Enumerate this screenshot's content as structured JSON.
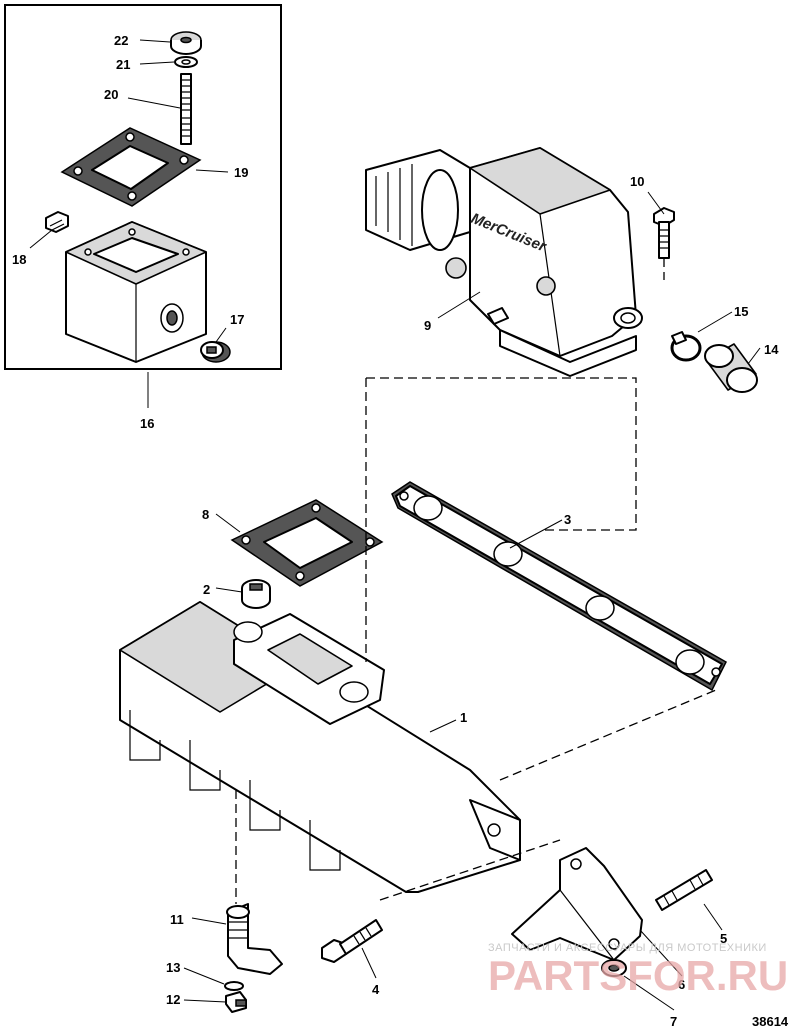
{
  "callouts": [
    {
      "id": "c1",
      "text": "1"
    },
    {
      "id": "c2",
      "text": "2"
    },
    {
      "id": "c3",
      "text": "3"
    },
    {
      "id": "c4",
      "text": "4"
    },
    {
      "id": "c5",
      "text": "5"
    },
    {
      "id": "c6",
      "text": "6"
    },
    {
      "id": "c7",
      "text": "7"
    },
    {
      "id": "c8",
      "text": "8"
    },
    {
      "id": "c9",
      "text": "9"
    },
    {
      "id": "c10",
      "text": "10"
    },
    {
      "id": "c11",
      "text": "11"
    },
    {
      "id": "c12",
      "text": "12"
    },
    {
      "id": "c13",
      "text": "13"
    },
    {
      "id": "c14",
      "text": "14"
    },
    {
      "id": "c15",
      "text": "15"
    },
    {
      "id": "c16",
      "text": "16"
    },
    {
      "id": "c17",
      "text": "17"
    },
    {
      "id": "c18",
      "text": "18"
    },
    {
      "id": "c19",
      "text": "19"
    },
    {
      "id": "c20",
      "text": "20"
    },
    {
      "id": "c21",
      "text": "21"
    },
    {
      "id": "c22",
      "text": "22"
    }
  ],
  "brand_on_part": "MerCruiser",
  "figure_number": "38614",
  "watermark": {
    "line1": "ЗАПЧАСТИ И АКСЕССУАРЫ ДЛЯ МОТОТЕХНИКИ",
    "line2": "PARTSFOR.RU"
  }
}
